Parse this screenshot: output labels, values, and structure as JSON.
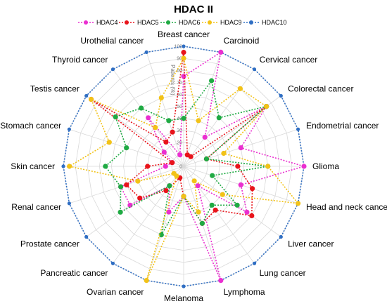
{
  "chart_data": {
    "type": "radar",
    "title": "HDAC II",
    "radial_axis_label": "Patients (%)",
    "rlim": [
      0,
      100
    ],
    "ticks": [
      0,
      10,
      20,
      30,
      40,
      50,
      60,
      70,
      80,
      90,
      100
    ],
    "categories": [
      "Breast cancer",
      "Carcinoid",
      "Cervical cancer",
      "Colorectal cancer",
      "Endometrial cancer",
      "Glioma",
      "Head and neck cancer",
      "Liver cancer",
      "Lung cancer",
      "Lymphoma",
      "Melanoma",
      "Ovarian cancer",
      "Pancreatic cancer",
      "Prostate cancer",
      "Renal cancer",
      "Skin cancer",
      "Stomach cancer",
      "Testis cancer",
      "Thyroid cancer",
      "Urothelial cancer"
    ],
    "series": [
      {
        "name": "HDAC4",
        "color": "#ea2fd0",
        "values": [
          75,
          100,
          30,
          85,
          50,
          100,
          50,
          65,
          20,
          100,
          25,
          40,
          20,
          55,
          55,
          15,
          10,
          20,
          50,
          10
        ]
      },
      {
        "name": "HDAC5",
        "color": "#e8141b",
        "values": [
          95,
          10,
          10,
          85,
          20,
          45,
          60,
          70,
          45,
          50,
          25,
          10,
          25,
          45,
          50,
          30,
          10,
          95,
          25,
          30
        ]
      },
      {
        "name": "HDAC6",
        "color": "#1faa43",
        "values": [
          40,
          75,
          50,
          85,
          20,
          70,
          25,
          55,
          40,
          50,
          25,
          60,
          20,
          65,
          55,
          65,
          50,
          70,
          60,
          40
        ]
      },
      {
        "name": "HDAC9",
        "color": "#f2c217",
        "values": [
          90,
          40,
          80,
          85,
          35,
          70,
          100,
          40,
          15,
          40,
          25,
          100,
          10,
          10,
          40,
          95,
          65,
          95,
          40,
          60
        ]
      },
      {
        "name": "HDAC10",
        "color": "#2f6ec3",
        "values": [
          100,
          100,
          100,
          100,
          100,
          100,
          100,
          100,
          100,
          100,
          100,
          100,
          100,
          100,
          100,
          100,
          100,
          100,
          100,
          100
        ]
      }
    ],
    "legend_position": "top",
    "grid": true
  }
}
